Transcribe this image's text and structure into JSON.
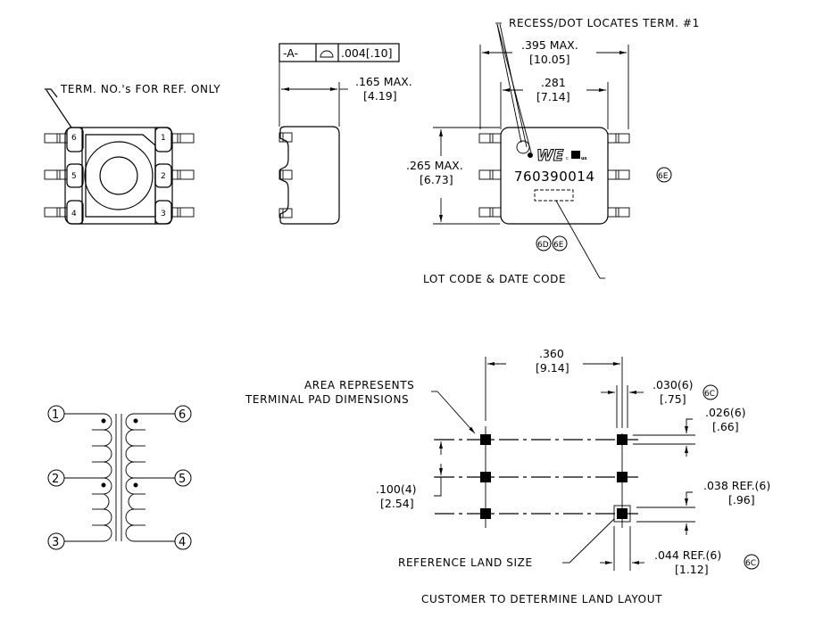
{
  "top_view": {
    "note": "TERM. NO.'s FOR REF. ONLY",
    "terminals": [
      "1",
      "2",
      "3",
      "4",
      "5",
      "6"
    ]
  },
  "side_view": {
    "datum": "-A-",
    "flatness_value": ".004[.10]",
    "height_in": ".165 MAX.",
    "height_mm": "[4.19]"
  },
  "front_view": {
    "recess_note": "RECESS/DOT LOCATES TERM. #1",
    "width_in": ".395 MAX.",
    "width_mm": "[10.05]",
    "body_in": ".281",
    "body_mm": "[7.14]",
    "length_in": ".265 MAX.",
    "length_mm": "[6.73]",
    "logo": "WE",
    "cert_mark": "c UL us",
    "part_number": "760390014",
    "lot_note": "LOT CODE & DATE CODE",
    "callouts": {
      "right": "6E",
      "bottom_a": "6D",
      "bottom_b": "6E"
    }
  },
  "schematic": {
    "pins": [
      "1",
      "2",
      "3",
      "4",
      "5",
      "6"
    ]
  },
  "land_pattern": {
    "area_note_1": "AREA REPRESENTS",
    "area_note_2": "TERMINAL PAD DIMENSIONS",
    "pitch_x_in": ".360",
    "pitch_x_mm": "[9.14]",
    "pad_w_in": ".030(6)",
    "pad_w_mm": "[.75]",
    "pad_w_callout": "6C",
    "pad_h_in": ".026(6)",
    "pad_h_mm": "[.66]",
    "pitch_y_in": ".100(4)",
    "pitch_y_mm": "[2.54]",
    "ref_h_in": ".038 REF.(6)",
    "ref_h_mm": "[.96]",
    "ref_w_in": ".044 REF.(6)",
    "ref_w_mm": "[1.12]",
    "ref_w_callout": "6C",
    "ref_land_note": "REFERENCE LAND SIZE",
    "footer_note": "CUSTOMER TO DETERMINE LAND LAYOUT"
  }
}
